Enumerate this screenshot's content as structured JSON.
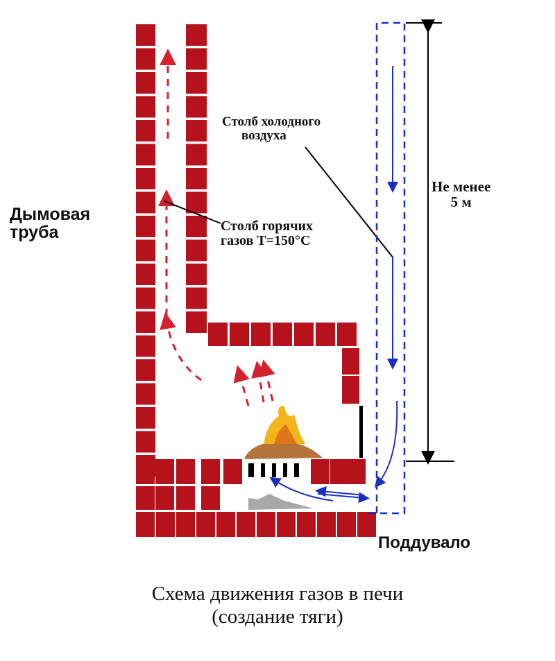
{
  "labels": {
    "chimney_line1": "Дымовая",
    "chimney_line2": "труба",
    "cold_column_line1": "Столб холодного",
    "cold_column_line2": "воздуха",
    "hot_column_line1": "Столб горячих",
    "hot_column_line2": "газов Т=150°С",
    "height_line1": "Не менее",
    "height_line2": "5 м",
    "ash_pit": "Поддувало"
  },
  "caption": {
    "line1": "Схема движения газов в печи",
    "line2": "(создание тяги)"
  },
  "colors": {
    "brick": "#b5121b",
    "hot_gas": "#d4212b",
    "cold_air": "#1a2fc0",
    "dimension": "#000000"
  }
}
